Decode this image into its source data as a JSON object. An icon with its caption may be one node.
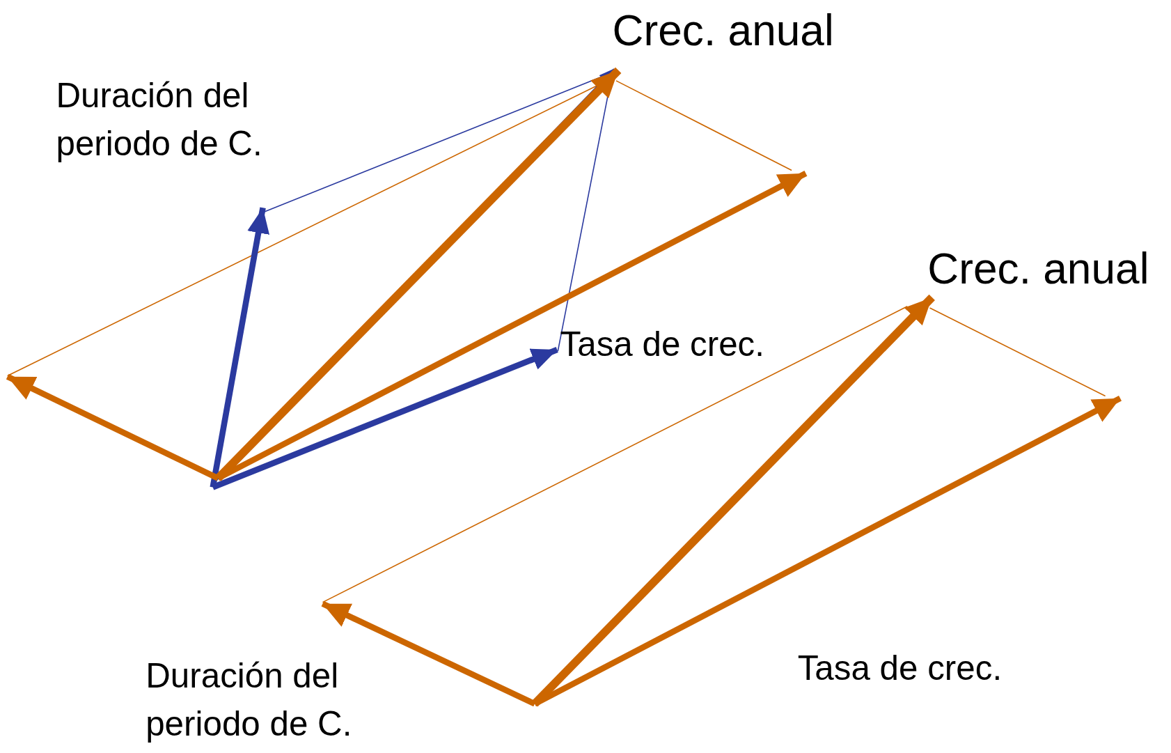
{
  "diagram": {
    "labels": [
      "Crec. anual",
      "Duración del periodo de C.",
      "Crec. anual",
      "Tasa de crec.",
      "Tasa de crec.",
      "Duración del periodo de C."
    ]
  }
}
